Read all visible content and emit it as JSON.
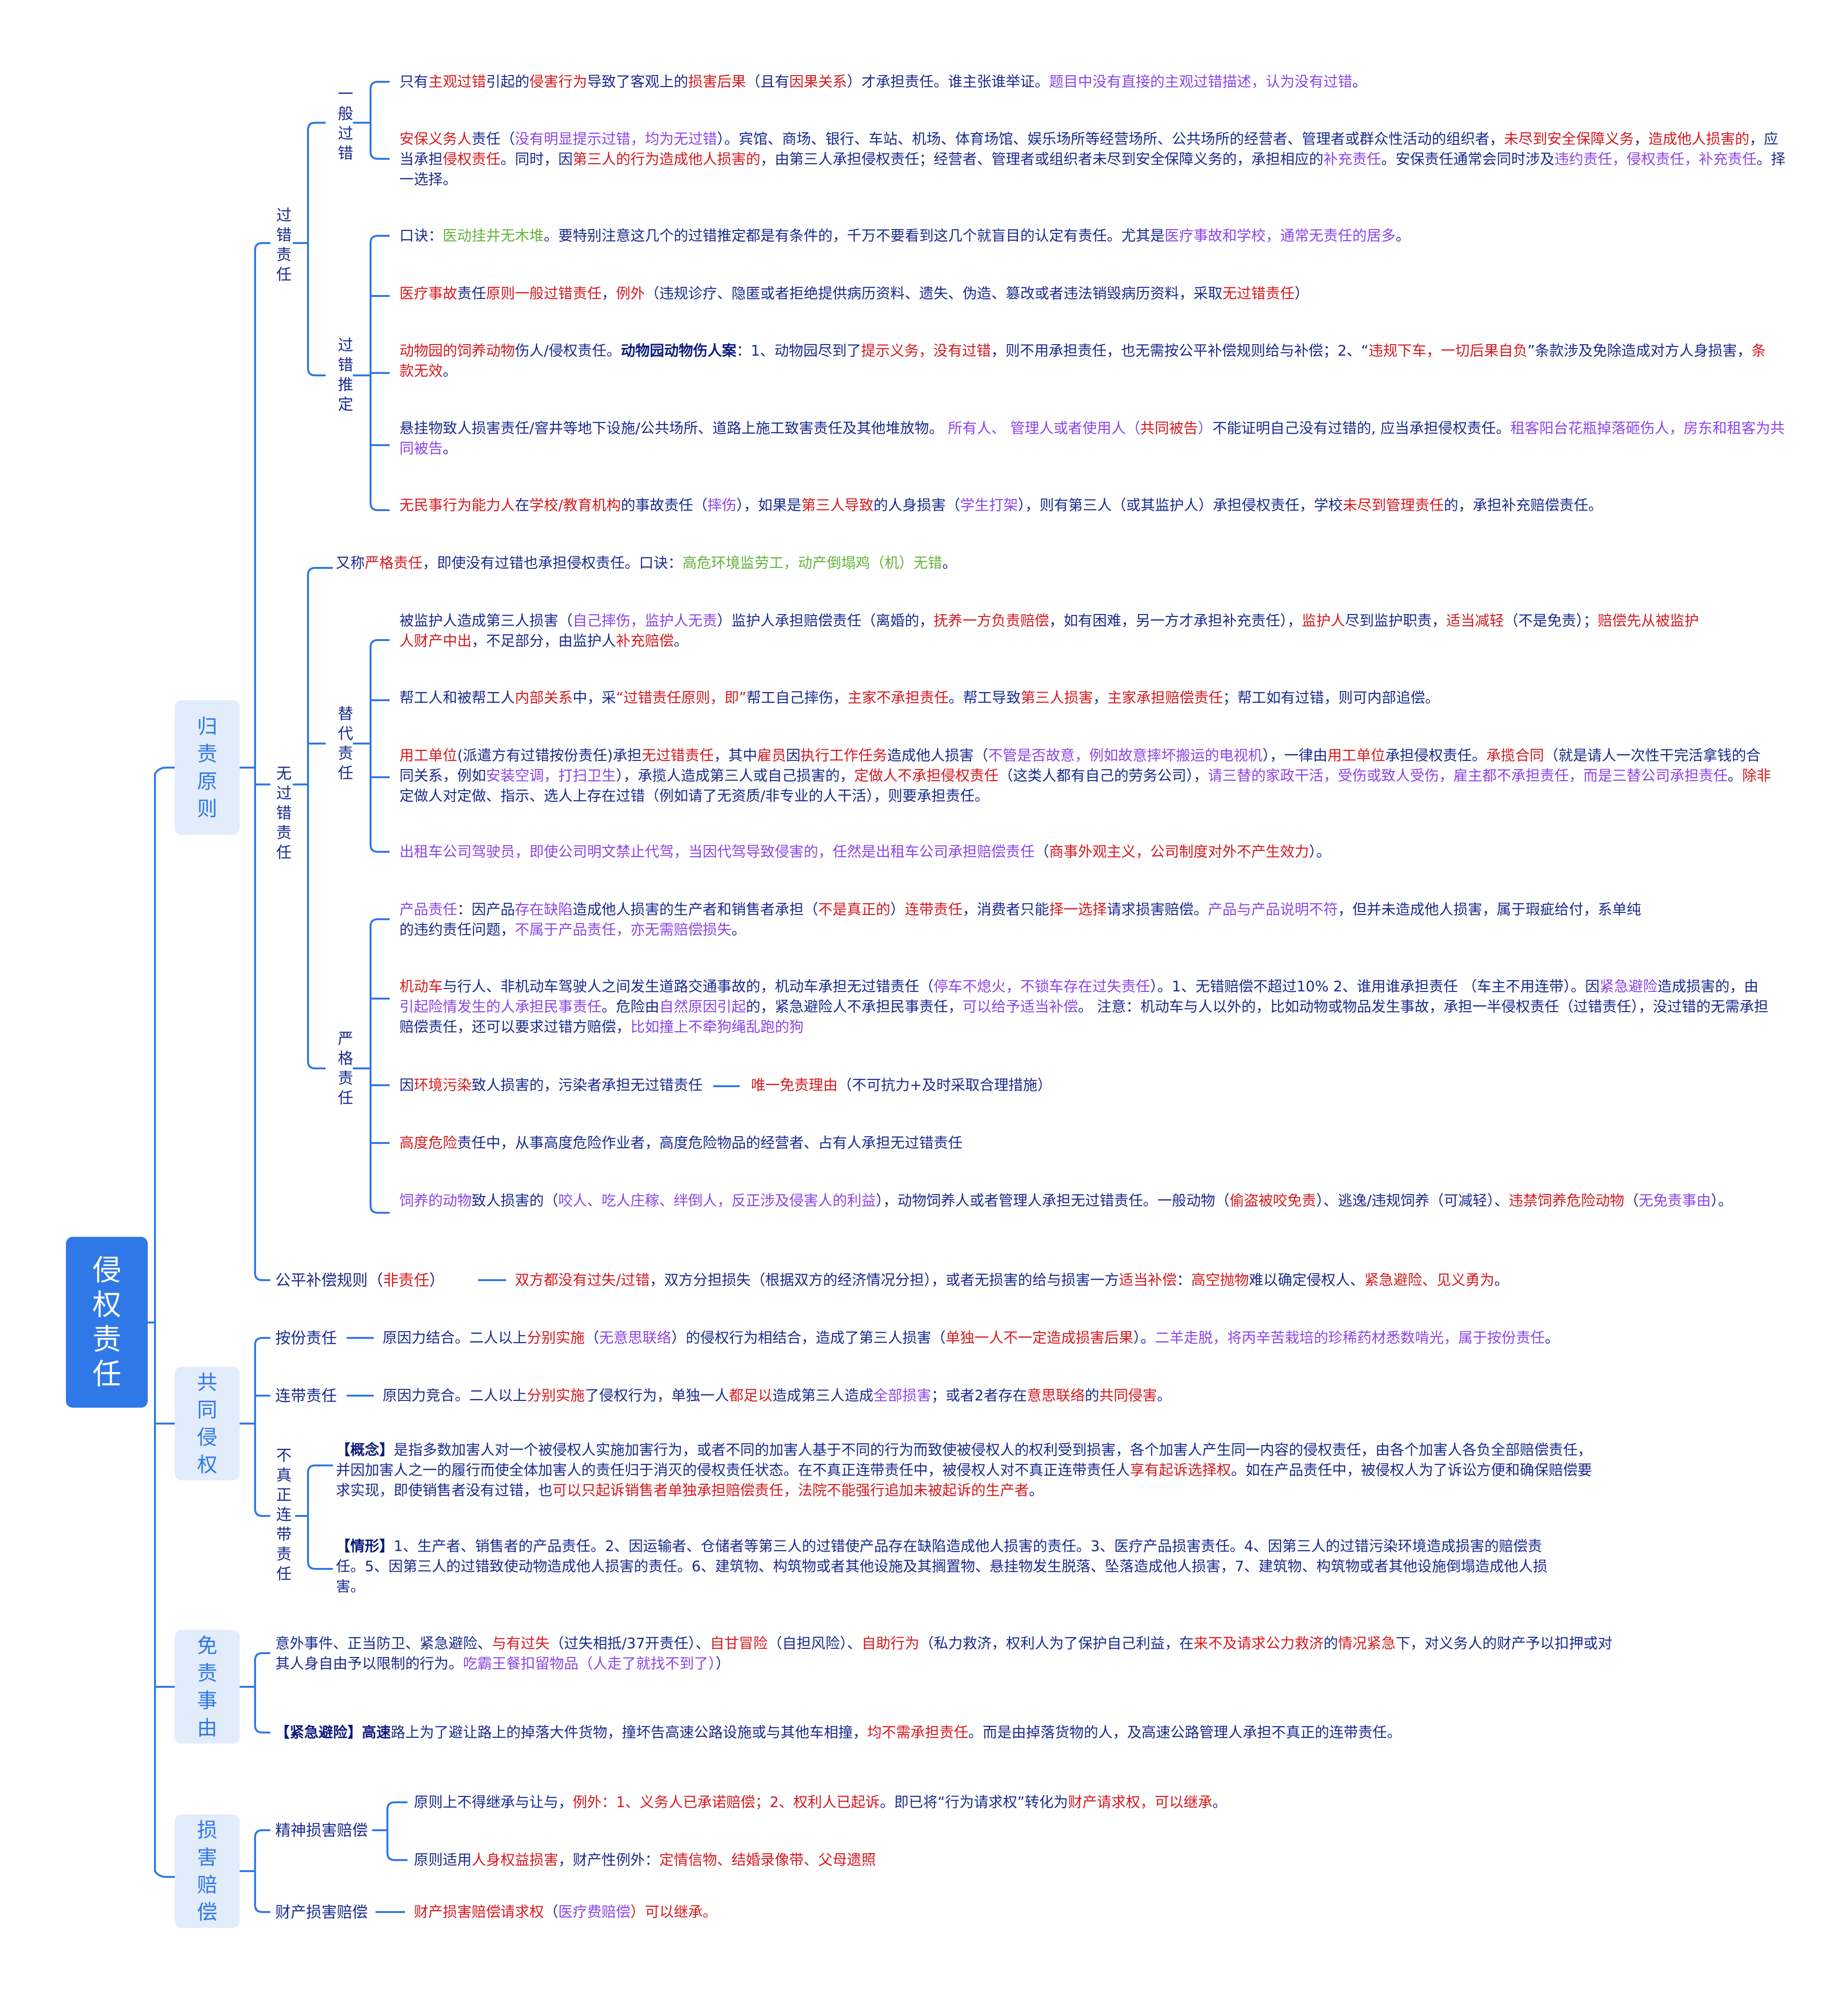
{
  "root": {
    "title": "侵权责任"
  },
  "categories": {
    "c1": "归责原则",
    "c2": "共同侵权",
    "c3": "免责事由",
    "c4": "损害赔偿"
  },
  "labels": {
    "guocuo": "过错责任",
    "yiban": "一般过错",
    "tuiding": "过错推定",
    "wuguocuo": "无过错责任",
    "tidai": "替代责任",
    "yange": "严格责任",
    "gongping": "公平补偿规则（",
    "gongping_red": "非责任",
    "gongping_end": "）",
    "anfen": "按份责任",
    "liandai": "连带责任",
    "buzhenzheng": "不真正连带责任",
    "jingshen": "精神损害赔偿",
    "caichan": "财产损害赔偿"
  },
  "texts": {
    "a1": [
      "只有",
      "主观过错",
      "引起的",
      "侵害行为",
      "导致了客观上的",
      "损害后果",
      "（且有",
      "因果关系",
      "）才承担责任。谁主张谁举证。",
      "题目中没有直接的主观过错描述，认为没有过错",
      "。"
    ],
    "a2": [
      "安保义务人",
      "责任（",
      "没有明显提示过错，均为无过错",
      "）。宾馆、商场、银行、车站、机场、体育场馆、娱乐场所等经营场所、公共场所的经营者、管理者或群众性活动的组织者，",
      "未尽到安全保障义务",
      "，",
      "造成他人损害的",
      "，应当承担",
      "侵权责任",
      "。同时，因",
      "第三人的行为造成他人损害的",
      "，由第三人承担侵权责任；经营者、管理者或组织者未尽到安全保障义务的，承担相应的",
      "补充责任",
      "。安保责任通常会同时涉及",
      "违约责任，侵权责任，补充责任",
      "。择一选择。"
    ],
    "b1": [
      "口诀：",
      "医动挂井无木堆",
      "。要特别注意这几个的过错推定都是有条件的，千万不要看到这几个就盲目的认定有责任。尤其是",
      "医疗事故和学校，通常无责任的居多",
      "。"
    ],
    "b2": [
      "医疗事故",
      "责任",
      "原则一般过错责任",
      "，",
      "例外",
      "（违规诊疗、隐匿或者拒绝提供病历资料、遗失、伪造、篡改或者违法销毁病历资料，采取",
      "无过错责任",
      "）"
    ],
    "b3": [
      "动物园的饲养动物",
      "伤人/侵权责任。",
      "动物园动物伤人案",
      "：1、动物园尽到了",
      "提示义务，没有过错",
      "，则不用承担责任，也无需按公平补偿规则给与补偿；2、“",
      "违规下车，一切后果自负",
      "”条款涉及免除造成对方人身损害，",
      "条款无效",
      "。"
    ],
    "b4": [
      "悬挂物致人损害责任/窨井等地下设施/公共场所、道路上施工致害责任及其他堆放物。 ",
      "所有人、 管理人或者使用人（",
      "共同被告",
      "）",
      "不能证明自己没有过错的, 应当承担侵权责任。",
      "租客阳台花瓶掉落砸伤人，房东和租客为共同被告",
      "。"
    ],
    "b5": [
      "无民事行为能力人",
      "在",
      "学校/教育机构",
      "的事故责任（",
      "摔伤",
      "），如果是",
      "第三人导致",
      "的人身损害（",
      "学生打架",
      "），则有第三人（或其监护人）承担侵权责任，学校",
      "未尽到管理责任",
      "的，承担补充赔偿责任。"
    ],
    "c1": [
      "又称",
      "严格责任",
      "，即使没有过错也承担侵权责任。口诀：",
      "高危环境监劳工，动产倒塌鸡（机）无错",
      "。"
    ],
    "d1": [
      " 被监护人造成第三人损害（",
      "自己摔伤，监护人无责",
      "）监护人承担赔偿责任（离婚的，",
      "抚养一方负责赔偿",
      "，如有困难，另一方才承担补充责任），",
      "监护人",
      "尽到监护职责，",
      "适当减轻",
      "（不是免责）；",
      "赔偿先从被监护人财产中出",
      "，不足部分，由监护人",
      "补充赔偿",
      "。"
    ],
    "d2": [
      "帮工人和被帮工人",
      "内部关系",
      "中，采",
      "“过错责任原则，即”",
      "帮工自己摔伤，",
      "主家不承担责任",
      "。帮工导致",
      "第三人损害",
      "，",
      "主家承担赔偿责任",
      "；帮工如有过错，则可内部追偿。"
    ],
    "d3": [
      "用工单位",
      "(派遣方有过错按份责任)承担",
      "无过错责任",
      "，其中",
      "雇员",
      "因",
      "执行工作任务",
      "造成他人损害（",
      "不管是否故意，例如故意摔坏搬运的电视机",
      "），一律由",
      "用工单位",
      "承担侵权责任。",
      "承揽合同",
      "（就是请人一次性干完活拿钱的合同关系，例如",
      "安装空调，打扫卫生",
      "），承揽人造成第三人或自己损害的，",
      "定做人不承担侵权责任",
      "（这类人都有自己的劳务公司），",
      "请三替的家政干活，受伤或致人受伤，",
      "雇主都不承担责任，而是三替公司承担责任",
      "。",
      "除非",
      "定做人对定做、指示、选人上存在过错（例如请了无资质/非专业的人干活），则要承担责任。"
    ],
    "d4": [
      "出租车公司驾驶员，即使公司明文禁止代驾，当因代驾导致侵害的，任然是出租车公司承担赔偿责任",
      "（",
      "商事外观主义，公司制度对外不产生效力",
      "）。"
    ],
    "e1": [
      "产品责任",
      "：因产品",
      "存在缺陷",
      "造成他人损害的生产者和销售者承担（",
      "不是真正的",
      "）",
      "连带责任",
      "，消费者只能",
      "择一选择",
      "请求损害赔偿。",
      "产品与产品说明不符",
      "，但并未造成他人损害，属于瑕疵给付，系单纯的违约责任问题，",
      "不属于产品责任，亦无需赔偿损失",
      "。"
    ],
    "e2": [
      "机动车",
      "与行人、非机动车驾驶人之间发生道路交通事故的，机动车承担无过错责任（",
      "停车不熄火，不锁车存在过失责任",
      "）。1、无错赔偿不超过10%   2、谁用谁承担责任 （车主不用连带）。因",
      "紧急避险",
      "造成损害的，由",
      "引起险情发生的人承担民事责任",
      "。危险由",
      "自然原因引起",
      "的，紧急避险人不承担民事责任，",
      "可以给予适当补偿",
      "。 注意：机动车与人以外的，比如动物或物品发生事故，承担一半侵权责任（过错责任），没过错的无需承担赔偿责任，还可以要求过错方赔偿，",
      "比如撞上不牵狗绳乱跑的狗"
    ],
    "e3": [
      "因",
      "环境污染",
      "致人损害的，污染者承担无过错责任  ",
      "唯一免责理由",
      "（不可抗力+及时采取合理措施）"
    ],
    "e4": [
      "高度危险",
      "责任中，从事高度危险作业者，高度危险物品的经营者、占有人承担无过错责任"
    ],
    "e5": [
      "饲养的动物",
      "致人损害的（",
      "咬人、吃人庄稼、绊倒人，反正涉及侵害人的利益",
      "），动物饲养人或者管理人承担无过错责任。一般动物（",
      "偷盗被咬免责",
      "）、逃逸/违规饲养（可减轻）、",
      "违禁饲养危险动物",
      "（",
      "无免责事由",
      "）。"
    ],
    "f1": [
      "双方都没有过失/过错",
      "，双方分担损失（根据双方的经济情况分担），或者无损害的给与损害一方",
      "适当补偿",
      "：",
      "高空抛物",
      "难以确定侵权人、",
      "紧急避险、见义勇为",
      "。"
    ],
    "g1": [
      "原因力结合。二人以上",
      "分别实施",
      "（",
      "无意思联络",
      "）的侵权行为相结合，造成了第三人损害（",
      "单独一人不一定造成损害后果",
      "）。",
      "二羊走脱，将丙辛苦栽培的珍稀药材悉数啃光，属于按份责任",
      "。"
    ],
    "g2": [
      "原因力竞合。二人以上",
      "分别实施",
      "了侵权行为，单独一人",
      "都足以",
      "造成第三人造成",
      "全部损害",
      "；或者2者存在",
      "意思联络",
      "的",
      "共同侵害",
      "。"
    ],
    "g3": [
      "【概念】",
      "是指多数加害人对一个被侵权人实施加害行为，或者不同的加害人基于不同的行为而致使被侵权人的权利受到损害，各个加害人产生同一内容的侵权责任，由各个加害人各负全部赔偿责任，并因加害人之一的履行而使全体加害人的责任归于消灭的侵权责任状态。在不真正连带责任中，被侵权人对不真正连带责任人",
      "享有起诉选择权",
      "。如在产品责任中，被侵权人为了诉讼方便和确保赔偿要求实现，即使销售者没有过错，也",
      "可以只起诉销售者单独承担赔偿责任，法院不能强行追加未被起诉的生产者",
      "。"
    ],
    "g4": [
      "【情形】",
      "1、生产者、销售者的产品责任。2、因运输者、仓储者等第三人的过错使产品存在缺陷造成他人损害的责任。3、医疗产品损害责任。4、因第三人的过错污染环境造成损害的赔偿责任。5、因第三人的过错致使动物造成他人损害的责任。6、建筑物、构筑物或者其他设施及其搁置物、悬挂物发生脱落、坠落造成他人损害，7、建筑物、构筑物或者其他设施倒塌造成他人损害。"
    ],
    "h1": [
      "意外事件、正当防卫、紧急避险、",
      "与有过失",
      "（过失相抵/37开责任）、",
      "自甘冒险",
      "（自担风险）、",
      "自助行为",
      "（私力救济，权利人为了保护自己利益，在",
      "来不及请求公力救济",
      "的",
      "情况紧急",
      "下，对义务人的财产予以扣押或对其人身自由予以限制的行为。",
      "吃霸王餐扣留物品（人走了就找不到了）",
      "）"
    ],
    "h2": [
      "【紧急避险】",
      "高速",
      "路上为了避让路上的掉落大件货物，撞坏告高速公路设施或与其他车相撞，",
      "均不需承担责任",
      "。而是由掉落货物的人，及高速公路管理人承担不真正的连带责任。"
    ],
    "i1": [
      "原则上不得继承与让与，",
      "例外：1、义务人已承诺赔偿；2、权利人已起诉",
      "。即已将“行为请求权”转化为",
      "财产请求权，可以继承",
      "。"
    ],
    "i2": [
      "原则适用",
      "人身权益损害",
      "，财产性例外：",
      "定情信物、结婚录像带、父母遗照"
    ],
    "i3": [
      "财产损害赔偿请求权",
      "（",
      "医疗费赔偿",
      "）可以继承。"
    ]
  }
}
